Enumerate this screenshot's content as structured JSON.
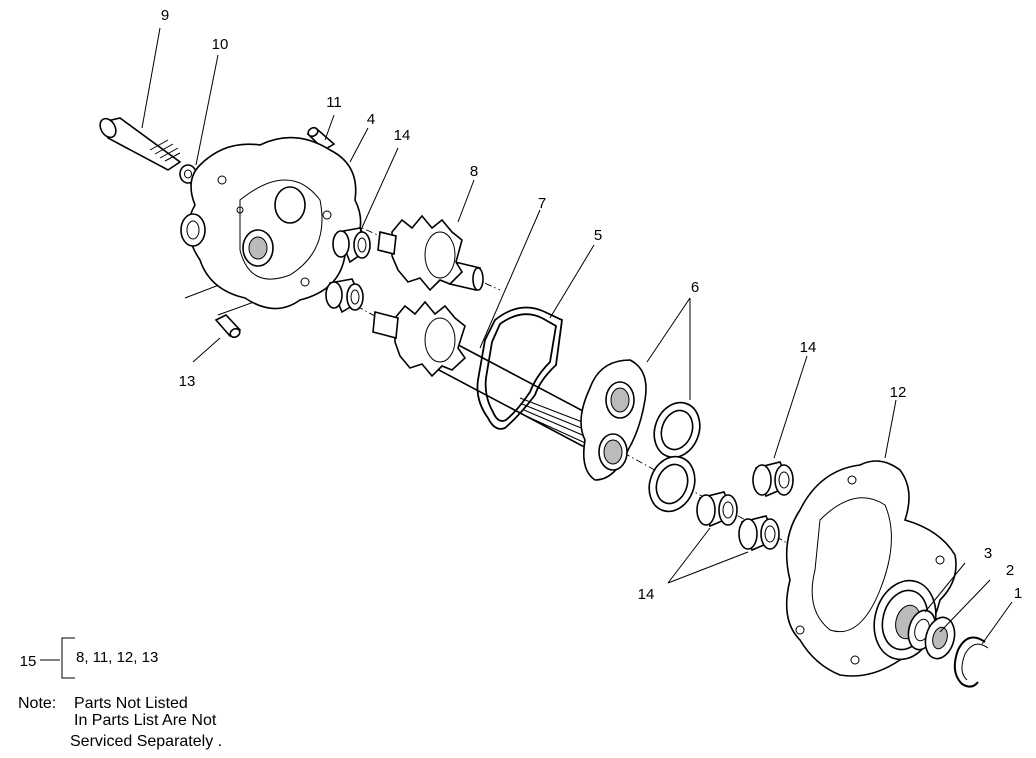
{
  "callouts": {
    "c1": "1",
    "c2": "2",
    "c3": "3",
    "c4": "4",
    "c5": "5",
    "c6": "6",
    "c7": "7",
    "c8": "8",
    "c9": "9",
    "c10": "10",
    "c11": "11",
    "c12": "12",
    "c13": "13",
    "c14a": "14",
    "c14b": "14",
    "c14c": "14"
  },
  "kit": {
    "number": "15",
    "contents": "8, 11, 12, 13"
  },
  "note": {
    "label": "Note:",
    "line1": "Parts Not Listed",
    "line2": "In Parts List Are Not",
    "line3": "Serviced Separately ."
  }
}
